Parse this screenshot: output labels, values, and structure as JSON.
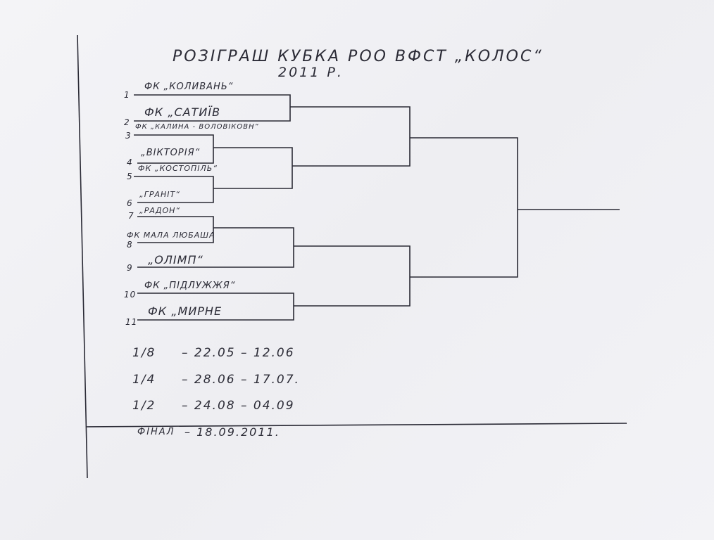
{
  "title": "РОЗІГРАШ КУБКА РОО ВФСТ „КОЛОС“",
  "year": "2011 Р.",
  "teams": [
    {
      "num": "1",
      "name": "ФК „КОЛИВАНЬ“"
    },
    {
      "num": "2",
      "name": "ФК „САТИЇВ"
    },
    {
      "num": "3",
      "name": "ФК „КАЛИНА - ВОЛОВІКОВН“"
    },
    {
      "num": "4",
      "name": "„ВІКТОРІЯ“"
    },
    {
      "num": "5",
      "name": "ФК „КОСТОПІЛЬ“"
    },
    {
      "num": "6",
      "name": "„ГРАНІТ“"
    },
    {
      "num": "7",
      "name": "„РАДОН“"
    },
    {
      "num": "8",
      "name": "ФК МАЛА ЛЮБАША"
    },
    {
      "num": "9",
      "name": "„ОЛІМП“"
    },
    {
      "num": "10",
      "name": "ФК „ПІДЛУЖЖЯ“"
    },
    {
      "num": "11",
      "name": "ФК „МИРНЕ"
    }
  ],
  "schedule": [
    {
      "round": "1/8",
      "dates": "– 22.05 – 12.06"
    },
    {
      "round": "1/4",
      "dates": "– 28.06 – 17.07."
    },
    {
      "round": "1/2",
      "dates": "– 24.08 – 04.09"
    }
  ],
  "final": {
    "label": "ФІНАЛ",
    "date": "– 18.09.2011."
  }
}
